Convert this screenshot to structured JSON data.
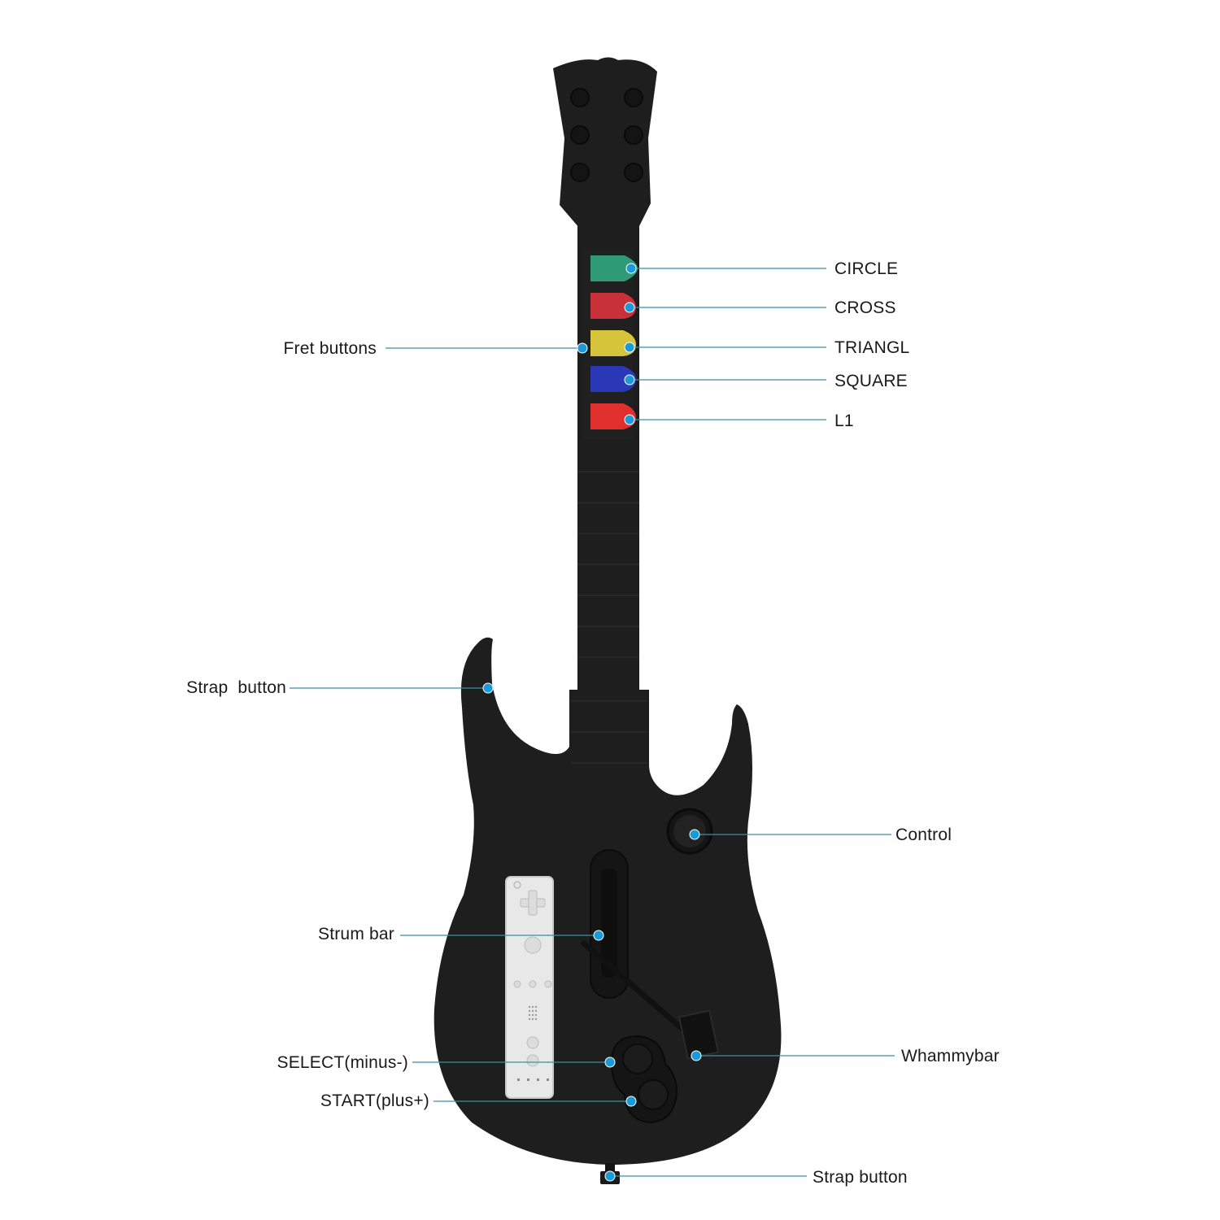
{
  "callouts": {
    "circle": "CIRCLE",
    "cross": "CROSS",
    "triangle": "TRIANGL",
    "square": "SQUARE",
    "l1": "L1",
    "fret_buttons": "Fret buttons",
    "strap_button_top": "Strap  button",
    "control": "Control",
    "strum_bar": "Strum bar",
    "whammy_bar": "Whammybar",
    "select": "SELECT(minus-)",
    "start": "START(plus+)",
    "strap_button_bottom": "Strap button"
  },
  "colors": {
    "guitar_body": "#1e1e1e",
    "fret_green": "#2e9a76",
    "fret_red": "#c8303a",
    "fret_yellow": "#d6c43a",
    "fret_blue": "#2a38b8",
    "fret_red_l1": "#e0302e",
    "callout_dot": "#1a9bd7",
    "leader_line": "#3a8ea8",
    "remote": "#e8e8e8"
  }
}
